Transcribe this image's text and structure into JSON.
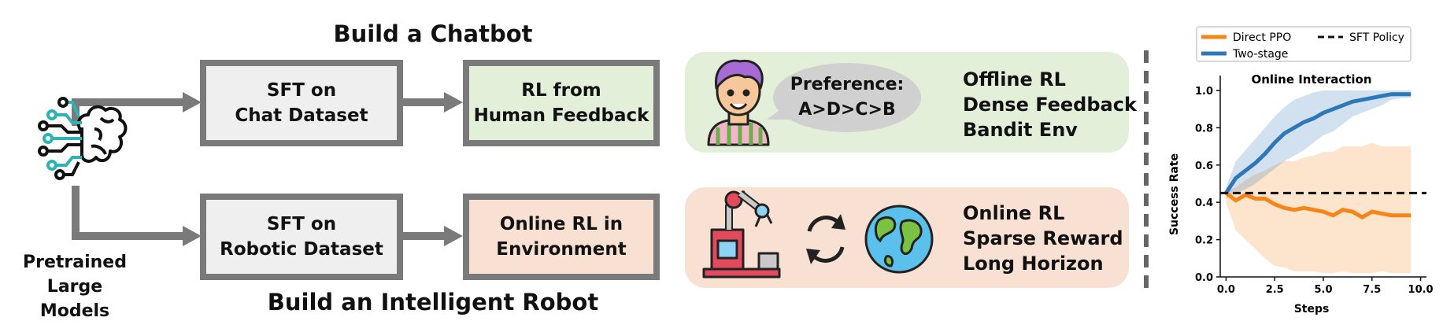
{
  "diagram": {
    "top_title": "Build a Chatbot",
    "bottom_title": "Build an Intelligent Robot",
    "pretrained": [
      "Pretrained",
      "Large Models"
    ],
    "sft_chat": [
      "SFT on",
      "Chat Dataset"
    ],
    "rlhf": [
      "RL from",
      "Human Feedback"
    ],
    "sft_robot": [
      "SFT on",
      "Robotic Dataset"
    ],
    "online_rl_env": [
      "Online RL in",
      "Environment"
    ],
    "bubble": [
      "Preference:",
      "A>D>C>B"
    ],
    "top_props": [
      "Offline RL",
      "Dense Feedback",
      "Bandit Env"
    ],
    "bottom_props": [
      "Online RL",
      "Sparse Reward",
      "Long Horizon"
    ],
    "colors": {
      "arrow": "#7a7a7a",
      "green_panel": "#e3efd9",
      "orange_panel": "#f8e1d2",
      "box_gray": "#efefef",
      "box_green": "#e3efd9",
      "box_orange": "#f8e1d2"
    }
  },
  "chart_data": {
    "type": "line",
    "title": "Online Interaction",
    "xlabel": "Steps",
    "ylabel": "Success Rate",
    "xlim": [
      -0.3,
      10.3
    ],
    "ylim": [
      0,
      1.08
    ],
    "xticks": [
      "0.0",
      "2.5",
      "5.0",
      "7.5",
      "10.0"
    ],
    "yticks": [
      "0.0",
      "0.2",
      "0.4",
      "0.6",
      "0.8",
      "1.0"
    ],
    "legend": {
      "placement": "top",
      "entries": [
        "Direct PPO",
        "Two-stage",
        "SFT Policy"
      ]
    },
    "x": [
      0,
      0.5,
      1,
      1.5,
      2,
      2.5,
      3,
      3.5,
      4,
      4.5,
      5,
      5.5,
      6,
      6.5,
      7,
      7.5,
      8,
      8.5,
      9,
      9.5
    ],
    "series": [
      {
        "name": "Direct PPO",
        "color": "#f58518",
        "values": [
          0.45,
          0.41,
          0.44,
          0.42,
          0.42,
          0.39,
          0.37,
          0.36,
          0.37,
          0.36,
          0.35,
          0.33,
          0.36,
          0.35,
          0.32,
          0.35,
          0.34,
          0.33,
          0.33,
          0.33
        ],
        "band_low": [
          0.4,
          0.25,
          0.2,
          0.15,
          0.1,
          0.06,
          0.05,
          0.03,
          0.03,
          0.03,
          0.02,
          0.02,
          0.03,
          0.02,
          0.02,
          0.02,
          0.03,
          0.02,
          0.02,
          0.02
        ],
        "band_high": [
          0.46,
          0.48,
          0.52,
          0.55,
          0.57,
          0.6,
          0.62,
          0.62,
          0.64,
          0.65,
          0.67,
          0.67,
          0.7,
          0.7,
          0.7,
          0.72,
          0.7,
          0.7,
          0.7,
          0.7
        ]
      },
      {
        "name": "Two-stage",
        "color": "#2f78b8",
        "values": [
          0.45,
          0.53,
          0.57,
          0.61,
          0.66,
          0.72,
          0.77,
          0.8,
          0.83,
          0.85,
          0.88,
          0.9,
          0.92,
          0.94,
          0.95,
          0.96,
          0.97,
          0.98,
          0.98,
          0.98
        ],
        "band_low": [
          0.42,
          0.45,
          0.47,
          0.5,
          0.54,
          0.58,
          0.62,
          0.65,
          0.68,
          0.72,
          0.76,
          0.78,
          0.82,
          0.86,
          0.88,
          0.9,
          0.92,
          0.95,
          0.96,
          0.96
        ],
        "band_high": [
          0.48,
          0.62,
          0.68,
          0.74,
          0.8,
          0.86,
          0.91,
          0.95,
          0.97,
          0.99,
          1.0,
          1.0,
          1.0,
          1.0,
          1.0,
          1.0,
          1.0,
          1.0,
          1.0,
          1.0
        ]
      },
      {
        "name": "SFT Policy",
        "color": "#111111",
        "style": "dashed",
        "values": [
          0.45,
          0.45,
          0.45,
          0.45,
          0.45,
          0.45,
          0.45,
          0.45,
          0.45,
          0.45,
          0.45,
          0.45,
          0.45,
          0.45,
          0.45,
          0.45,
          0.45,
          0.45,
          0.45,
          0.45
        ]
      }
    ]
  }
}
